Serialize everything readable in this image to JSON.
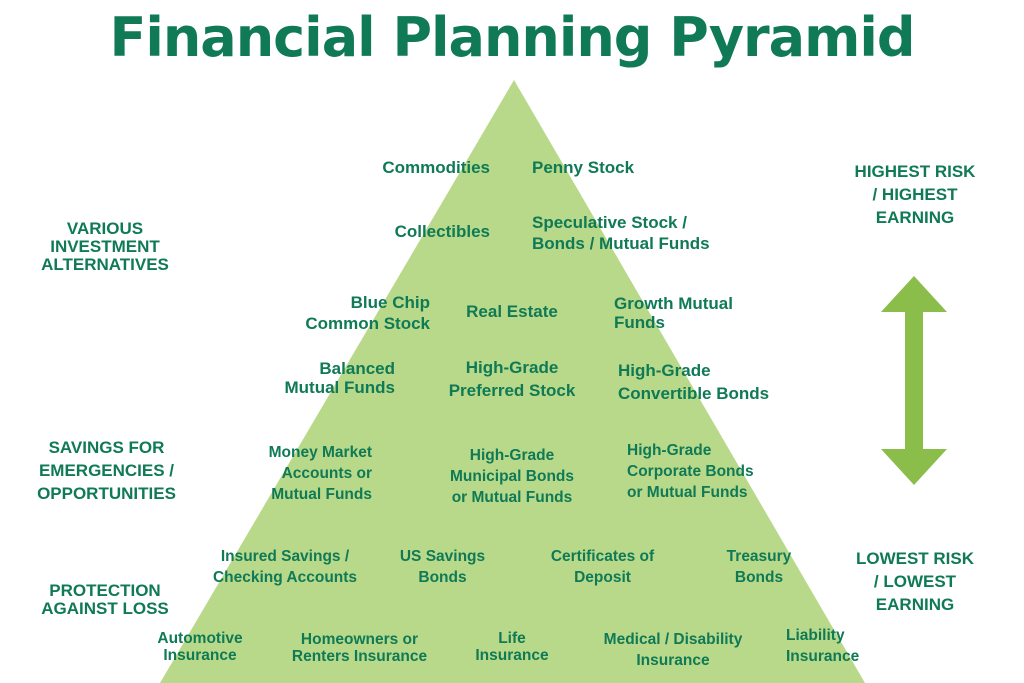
{
  "title": "Financial Planning Pyramid",
  "colors": {
    "title": "#0f7a55",
    "text": "#0f7a55",
    "pyramid": "#b8d98a",
    "arrow": "#8bbd4a"
  },
  "icons": {
    "arrow": "double-headed-vertical-arrow"
  },
  "side_left": {
    "top": [
      "VARIOUS",
      "INVESTMENT",
      "ALTERNATIVES"
    ],
    "middle": [
      "SAVINGS FOR",
      "EMERGENCIES /",
      "OPPORTUNITIES"
    ],
    "bottom": [
      "PROTECTION",
      "AGAINST LOSS"
    ]
  },
  "side_right": {
    "top": [
      "HIGHEST RISK",
      "/ HIGHEST",
      "EARNING"
    ],
    "bottom": [
      "LOWEST RISK",
      "/ LOWEST",
      "EARNING"
    ]
  },
  "pyramid": {
    "commodities": [
      "Commodities"
    ],
    "penny_stock": [
      "Penny Stock"
    ],
    "collectibles": [
      "Collectibles"
    ],
    "speculative": [
      "Speculative Stock /",
      "Bonds / Mutual Funds"
    ],
    "blue_chip": [
      "Blue Chip",
      "Common Stock"
    ],
    "real_estate": [
      "Real Estate"
    ],
    "growth_funds": [
      "Growth Mutual",
      "Funds"
    ],
    "balanced": [
      "Balanced",
      "Mutual Funds"
    ],
    "preferred": [
      "High-Grade",
      "Preferred Stock"
    ],
    "convertible": [
      "High-Grade",
      "Convertible Bonds"
    ],
    "money_market": [
      "Money Market",
      "Accounts or",
      "Mutual Funds"
    ],
    "municipal": [
      "High-Grade",
      "Municipal Bonds",
      "or Mutual Funds"
    ],
    "corporate": [
      "High-Grade",
      "Corporate Bonds",
      "or Mutual Funds"
    ],
    "insured_savings": [
      "Insured Savings /",
      "Checking Accounts"
    ],
    "us_savings": [
      "US Savings",
      "Bonds"
    ],
    "certificates": [
      "Certificates of",
      "Deposit"
    ],
    "treasury": [
      "Treasury",
      "Bonds"
    ],
    "automotive": [
      "Automotive",
      "Insurance"
    ],
    "homeowners": [
      "Homeowners or",
      "Renters Insurance"
    ],
    "life": [
      "Life",
      "Insurance"
    ],
    "medical": [
      "Medical / Disability",
      "Insurance"
    ],
    "liability": [
      "Liability",
      "Insurance"
    ]
  }
}
